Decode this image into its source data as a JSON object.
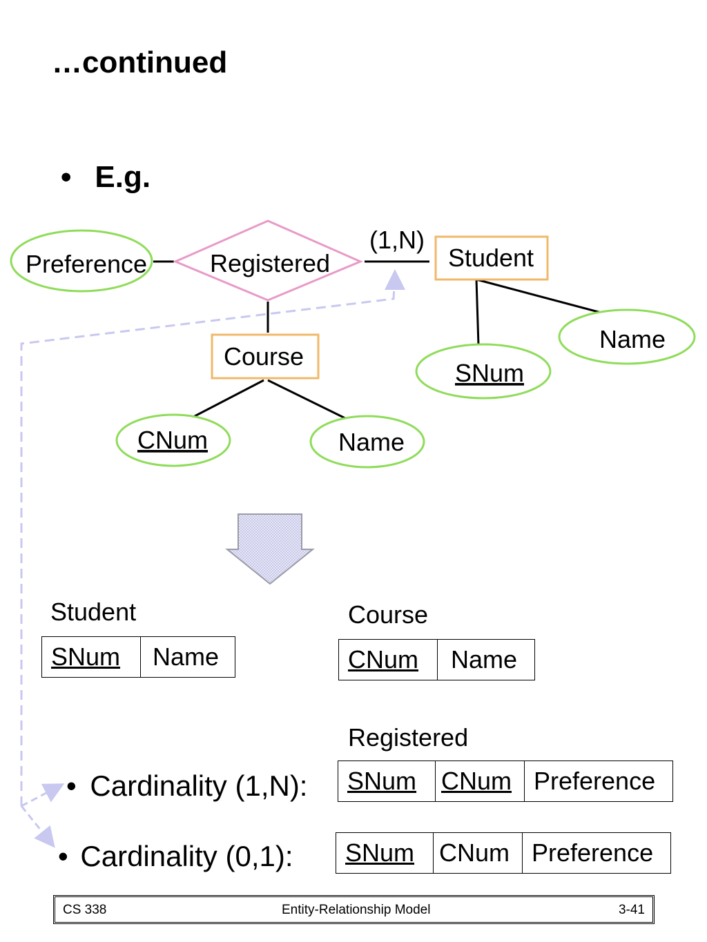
{
  "slide": {
    "title": "…continued",
    "bullet": "E.g."
  },
  "er_diagram": {
    "relationship": "Registered",
    "relationship_attribute": "Preference",
    "cardinality_label": "(1,N)",
    "entities": [
      {
        "name": "Student",
        "attributes": [
          {
            "name": "SNum",
            "key": true
          },
          {
            "name": "Name",
            "key": false
          }
        ]
      },
      {
        "name": "Course",
        "attributes": [
          {
            "name": "CNum",
            "key": true
          },
          {
            "name": "Name",
            "key": false
          }
        ]
      }
    ],
    "colors": {
      "entity_border": "#f0b86a",
      "relationship_border": "#e89ac8",
      "attribute_border": "#8fdc5a",
      "arrow": "#c8c8f0"
    }
  },
  "relations": {
    "student": {
      "label": "Student",
      "columns": [
        {
          "name": "SNum",
          "key": true
        },
        {
          "name": "Name",
          "key": false
        }
      ]
    },
    "course": {
      "label": "Course",
      "columns": [
        {
          "name": "CNum",
          "key": true
        },
        {
          "name": "Name",
          "key": false
        }
      ]
    },
    "registered": {
      "label": "Registered"
    }
  },
  "cardinality_options": [
    {
      "label": "Cardinality (1,N):",
      "columns": [
        {
          "name": "SNum",
          "key": true
        },
        {
          "name": "CNum",
          "key": true
        },
        {
          "name": "Preference",
          "key": false
        }
      ]
    },
    {
      "label": "Cardinality (0,1):",
      "columns": [
        {
          "name": "SNum",
          "key": true
        },
        {
          "name": "CNum",
          "key": false
        },
        {
          "name": "Preference",
          "key": false
        }
      ]
    }
  ],
  "footer": {
    "course": "CS 338",
    "topic": "Entity-Relationship Model",
    "page": "3-41"
  }
}
